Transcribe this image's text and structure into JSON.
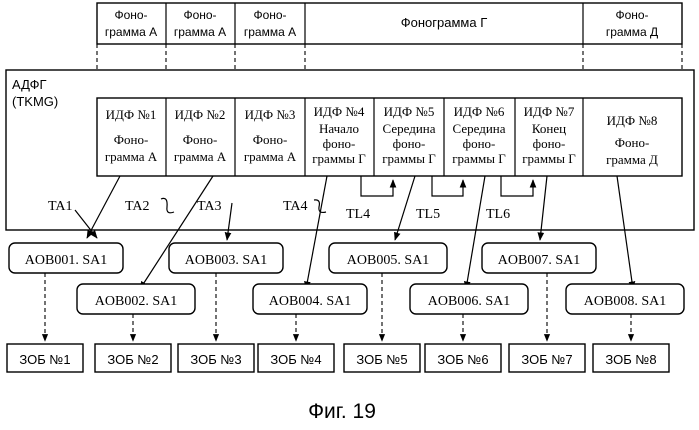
{
  "top_row": [
    {
      "line1": "Фоно-",
      "line2": "грамма А"
    },
    {
      "line1": "Фоно-",
      "line2": "грамма А"
    },
    {
      "line1": "Фоно-",
      "line2": "грамма А"
    },
    {
      "line1": "Фонограмма Г",
      "line2": ""
    },
    {
      "line1": "Фоно-",
      "line2": "грамма Д"
    }
  ],
  "container": {
    "label1": "АДФГ",
    "label2": "(TKMG)"
  },
  "idf": [
    {
      "title": "ИДФ №1",
      "lines": [
        "Фоно-",
        "грамма А"
      ]
    },
    {
      "title": "ИДФ №2",
      "lines": [
        "Фоно-",
        "грамма А"
      ]
    },
    {
      "title": "ИДФ №3",
      "lines": [
        "Фоно-",
        "грамма А"
      ]
    },
    {
      "title": "ИДФ №4",
      "lines": [
        "Начало",
        "фоно-",
        "граммы Г"
      ]
    },
    {
      "title": "ИДФ №5",
      "lines": [
        "Середина",
        "фоно-",
        "граммы Г"
      ]
    },
    {
      "title": "ИДФ №6",
      "lines": [
        "Середина",
        "фоно-",
        "граммы Г"
      ]
    },
    {
      "title": "ИДФ №7",
      "lines": [
        "Конец",
        "фоно-",
        "граммы Г"
      ]
    },
    {
      "title": "ИДФ №8",
      "lines": [
        "Фоно-",
        "грамма Д"
      ]
    }
  ],
  "ta_labels": [
    "TA1",
    "TA2",
    "TA3",
    "TA4"
  ],
  "tl_labels": [
    "TL4",
    "TL5",
    "TL6"
  ],
  "aob": [
    "AOB001. SA1",
    "AOB002. SA1",
    "AOB003. SA1",
    "AOB004. SA1",
    "AOB005. SA1",
    "AOB006. SA1",
    "AOB007. SA1",
    "AOB008. SA1"
  ],
  "zob": [
    "ЗОБ №1",
    "ЗОБ №2",
    "ЗОБ №3",
    "ЗОБ №4",
    "ЗОБ №5",
    "ЗОБ №6",
    "ЗОБ №7",
    "ЗОБ №8"
  ],
  "caption": "Фиг. 19"
}
